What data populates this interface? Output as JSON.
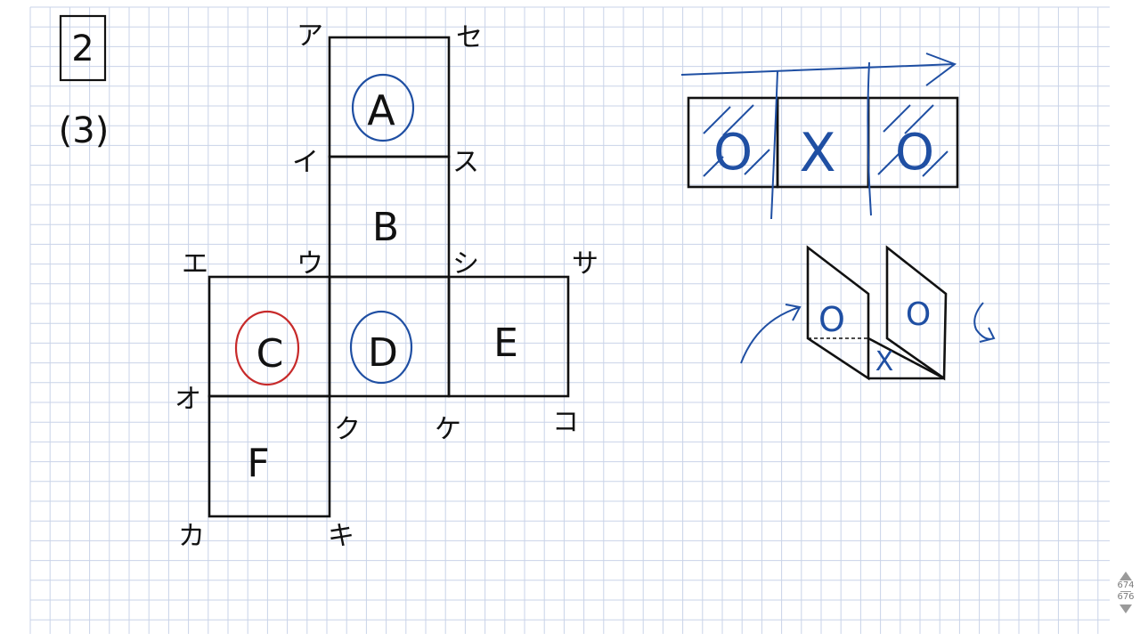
{
  "problem": {
    "number": "2",
    "part": "(3)"
  },
  "net": {
    "faces": [
      {
        "name": "face-a",
        "label": "A",
        "circle": "blue"
      },
      {
        "name": "face-b",
        "label": "B",
        "circle": ""
      },
      {
        "name": "face-c",
        "label": "C",
        "circle": "red"
      },
      {
        "name": "face-d",
        "label": "D",
        "circle": "blue"
      },
      {
        "name": "face-e",
        "label": "E",
        "circle": ""
      },
      {
        "name": "face-f",
        "label": "F",
        "circle": ""
      }
    ],
    "vertex_labels": {
      "a": "ア",
      "se": "セ",
      "i": "イ",
      "su": "ス",
      "e": "エ",
      "u": "ウ",
      "shi": "シ",
      "sa": "サ",
      "o": "オ",
      "ku": "ク",
      "ke": "ケ",
      "ko": "コ",
      "ka": "カ",
      "ki": "キ"
    }
  },
  "strip_diagram": {
    "cells": [
      "O",
      "X",
      "O"
    ]
  },
  "folded_diagram": {
    "marks": [
      "O",
      "O",
      "X"
    ]
  },
  "colors": {
    "grid": "#c9d3e8",
    "ink": "#111111",
    "blue": "#1f4fa3",
    "red": "#c72a2a"
  },
  "pager": {
    "current": "674",
    "total": "676"
  }
}
